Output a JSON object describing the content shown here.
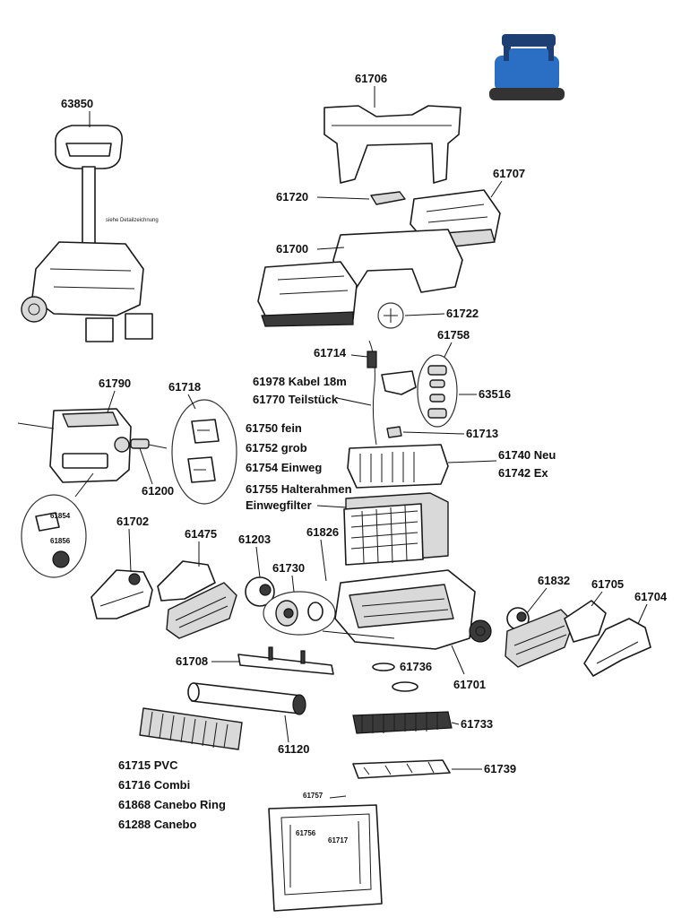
{
  "colors": {
    "robot_blue": "#2a6fc4",
    "robot_dark": "#1d3f73",
    "ink": "#111111"
  },
  "labels": {
    "p63850": "63850",
    "p61706": "61706",
    "p61707": "61707",
    "p61720": "61720",
    "p61700": "61700",
    "p61722": "61722",
    "p61758": "61758",
    "p61714": "61714",
    "p61978": "61978 Kabel 18m",
    "p61770": "61770 Teilstück",
    "p63516": "63516",
    "p61790": "61790",
    "p61718": "61718",
    "p61750": "61750 fein",
    "p61752": "61752 grob",
    "p61754": "61754 Einweg",
    "p61755a": "61755 Halterahmen",
    "p61755b": "Einwegfilter",
    "p61713": "61713",
    "p61740": "61740 Neu",
    "p61742": "61742 Ex",
    "p61200": "61200",
    "p61854": "61854",
    "p61856": "61856",
    "p61702": "61702",
    "p61475": "61475",
    "p61203": "61203",
    "p61826": "61826",
    "p61730": "61730",
    "p61832": "61832",
    "p61705": "61705",
    "p61704": "61704",
    "p61708": "61708",
    "p61736": "61736",
    "p61701": "61701",
    "p61733": "61733",
    "p61120": "61120",
    "p61739": "61739",
    "p61715": "61715 PVC",
    "p61716": "61716 Combi",
    "p61868": "61868 Canebo Ring",
    "p61288": "61288 Canebo",
    "p61757": "61757",
    "p61756": "61756",
    "p61717": "61717",
    "trolley_note": "siehe Detailzeichnung"
  }
}
